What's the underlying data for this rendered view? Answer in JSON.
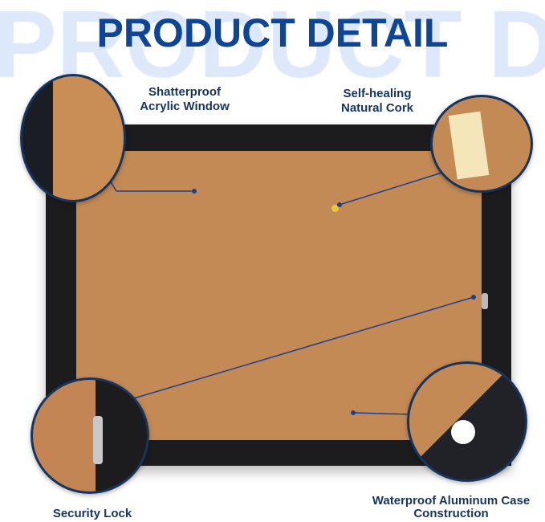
{
  "background_text": "PRODUCT DE",
  "title": "PRODUCT DETAIL",
  "features": [
    {
      "label": "Shatterproof\nAcrylic Window"
    },
    {
      "label": "Self-healing\nNatural Cork"
    },
    {
      "label": "Security Lock"
    },
    {
      "label": "Waterproof Aluminum Case\nConstruction"
    }
  ],
  "colors": {
    "title": "#0f4593",
    "background_text": "#dde9fa",
    "frame": "#1c1c1e",
    "cork": "#c48a55",
    "callout": "#17345f"
  }
}
